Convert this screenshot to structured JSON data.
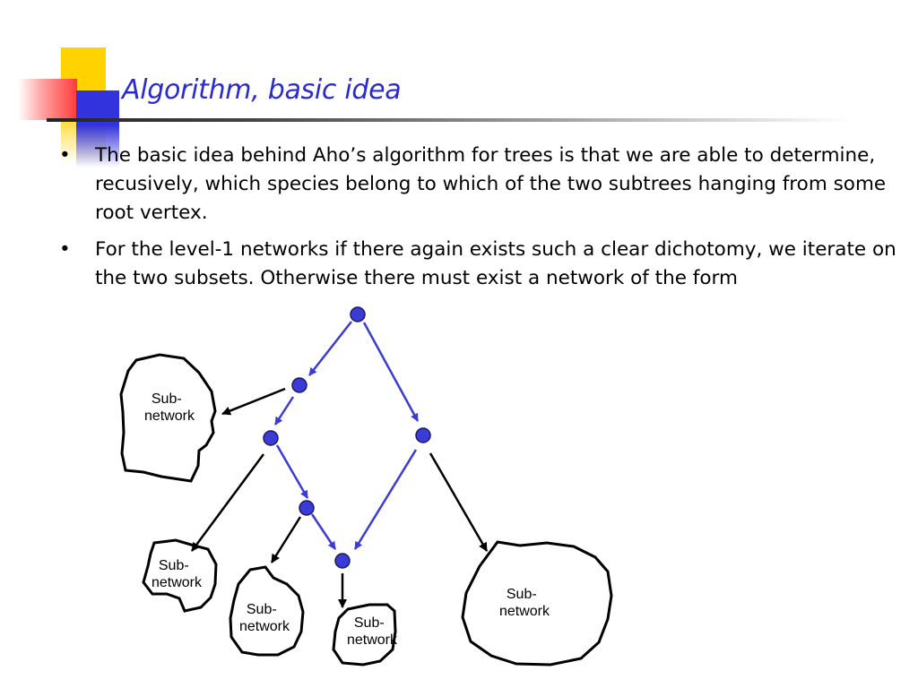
{
  "slide": {
    "title": "Algorithm, basic idea",
    "bullets": [
      "The basic idea behind Aho’s algorithm for trees is that we are able to determine, recusively, which species belong to which of the two subtrees hanging from some root vertex.",
      "For the level-1 networks if there again exists such a clear dichotomy, we iterate on the two subsets. Otherwise there must exist a network of the form"
    ],
    "bullet_symbol": "•"
  },
  "diagram": {
    "subnetwork_label_line1": "Sub-",
    "subnetwork_label_line2": "network",
    "colors": {
      "network_edge": "#3b3bd6",
      "node_fill": "#3b3bd6",
      "subnetwork_edge": "#000000"
    }
  }
}
